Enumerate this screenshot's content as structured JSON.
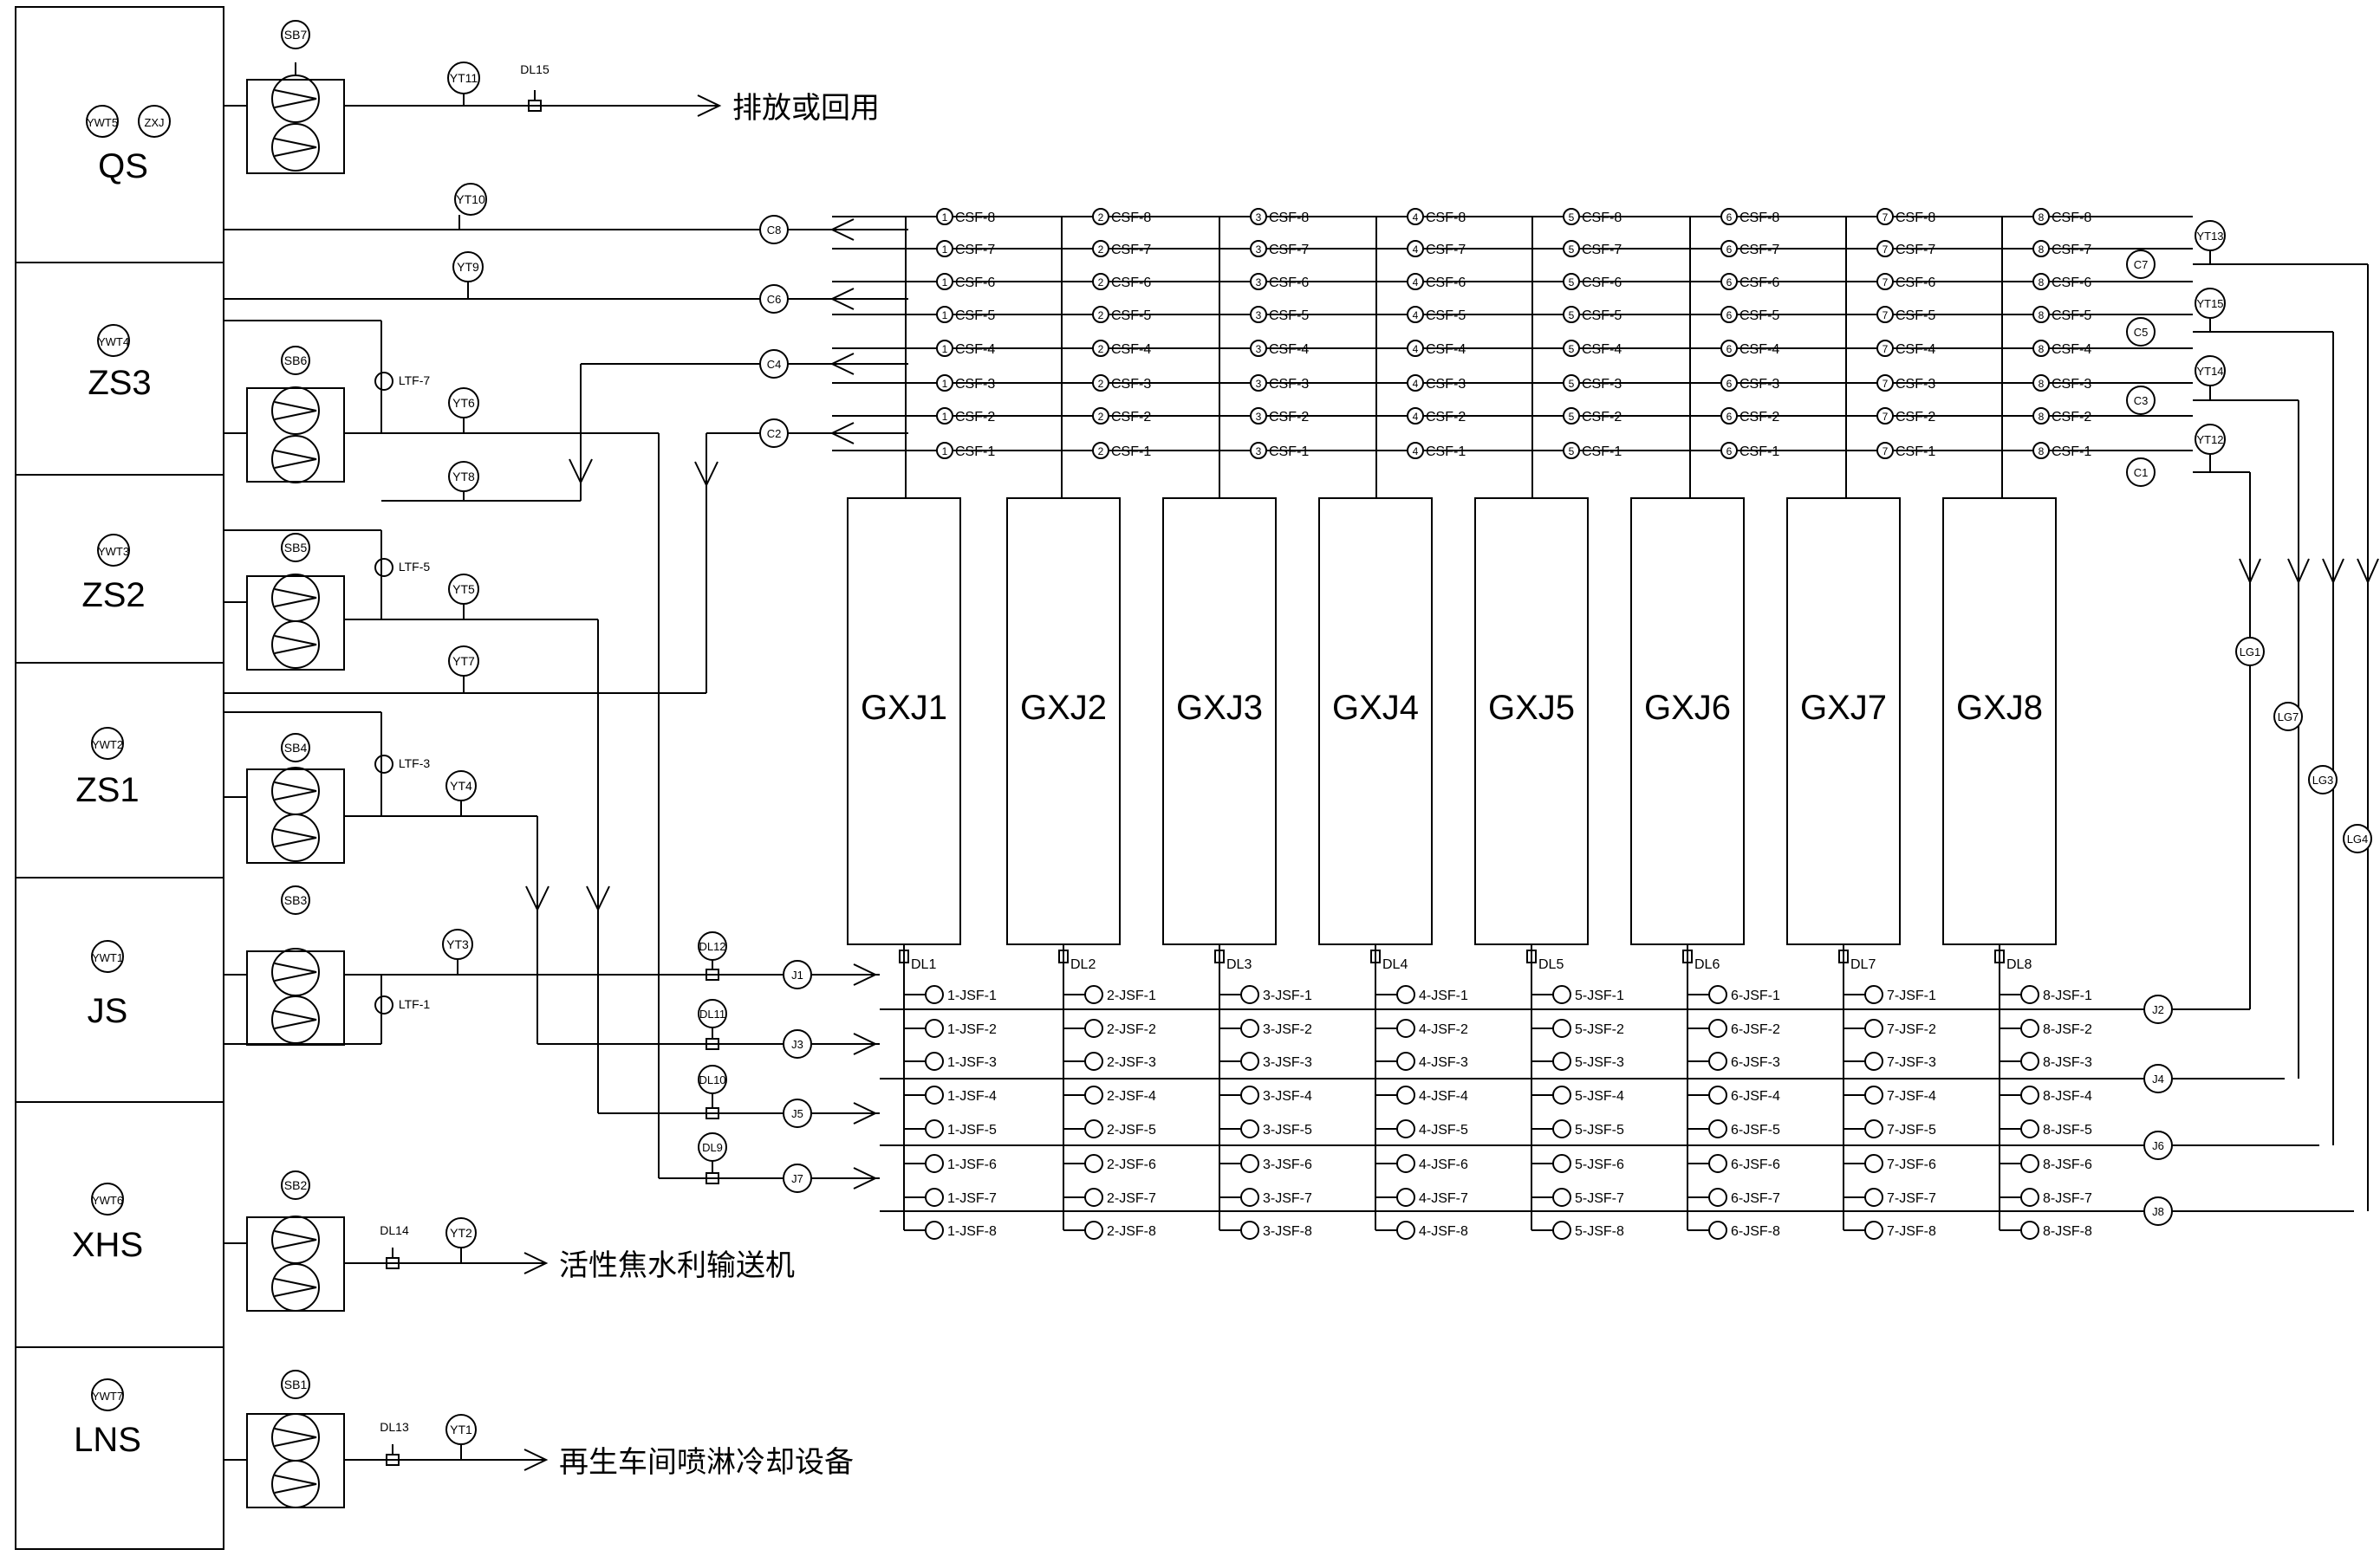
{
  "tanks": [
    {
      "id": "QS",
      "instruments": [
        "YWT5",
        "ZXJ"
      ]
    },
    {
      "id": "ZS3",
      "instruments": [
        "YWT4"
      ]
    },
    {
      "id": "ZS2",
      "instruments": [
        "YWT3"
      ]
    },
    {
      "id": "ZS1",
      "instruments": [
        "YWT2"
      ]
    },
    {
      "id": "JS",
      "instruments": [
        "YWT1"
      ]
    },
    {
      "id": "XHS",
      "instruments": [
        "YWT6"
      ]
    },
    {
      "id": "LNS",
      "instruments": [
        "YWT7"
      ]
    }
  ],
  "pumps": [
    {
      "name": "SB7",
      "tank": "QS"
    },
    {
      "name": "SB6",
      "tank": "ZS3"
    },
    {
      "name": "SB5",
      "tank": "ZS2"
    },
    {
      "name": "SB4",
      "tank": "ZS1"
    },
    {
      "name": "SB3",
      "tank": "JS"
    },
    {
      "name": "SB2",
      "tank": "XHS"
    },
    {
      "name": "SB1",
      "tank": "LNS"
    }
  ],
  "outlet_labels": {
    "qs": "排放或回用",
    "xhs": "活性焦水利输送机",
    "lns": "再生车间喷淋冷却设备"
  },
  "outlet_instruments": {
    "qs": [
      "YT11",
      "DL15"
    ],
    "xhs": [
      "DL14",
      "YT2"
    ],
    "lns": [
      "DL13",
      "YT1"
    ]
  },
  "check_valves": [
    "LTF-7",
    "LTF-5",
    "LTF-3",
    "LTF-1"
  ],
  "pressure_gauges": [
    "YT10",
    "YT9",
    "YT6",
    "YT8",
    "YT5",
    "YT7",
    "YT4",
    "YT3"
  ],
  "return_circles": [
    "C8",
    "C6",
    "C4",
    "C2"
  ],
  "outlet_circles": [
    "C7",
    "C5",
    "C3",
    "C1"
  ],
  "right_gauges": [
    "YT13",
    "YT15",
    "YT14",
    "YT12"
  ],
  "flow_meters": [
    "LG1",
    "LG7",
    "LG3",
    "LG4"
  ],
  "supply_flowmeters": [
    "DL12",
    "DL11",
    "DL10",
    "DL9"
  ],
  "supply_circles": [
    "J1",
    "J3",
    "J5",
    "J7"
  ],
  "right_supply_circles": [
    "J2",
    "J4",
    "J6",
    "J8"
  ],
  "units": [
    "GXJ1",
    "GXJ2",
    "GXJ3",
    "GXJ4",
    "GXJ5",
    "GXJ6",
    "GXJ7",
    "GXJ8"
  ],
  "unit_flowmeters": [
    "DL1",
    "DL2",
    "DL3",
    "DL4",
    "DL5",
    "DL6",
    "DL7",
    "DL8"
  ],
  "csf_rows": [
    "8",
    "7",
    "6",
    "5",
    "4",
    "3",
    "2",
    "1"
  ],
  "jsf_rows": [
    "1",
    "2",
    "3",
    "4",
    "5",
    "6",
    "7",
    "8"
  ],
  "csf_prefix": "CSF",
  "jsf_prefix": "JSF"
}
